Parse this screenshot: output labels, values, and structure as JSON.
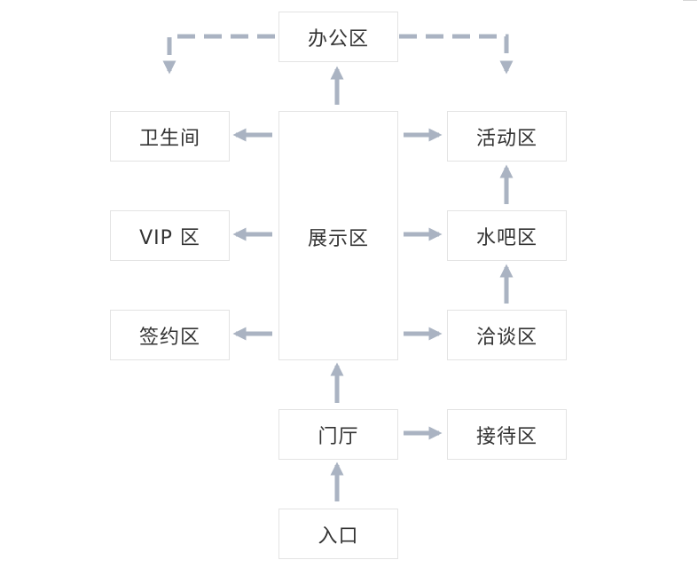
{
  "diagram": {
    "arrow_color": "#aab3c2",
    "box_border_color": "#e3e3e3",
    "text_color": "#333333",
    "nodes": {
      "office": "办公区",
      "restroom": "卫生间",
      "vip": "VIP 区",
      "signing": "签约区",
      "showroom": "展示区",
      "activity": "活动区",
      "water_bar": "水吧区",
      "negotiation": "洽谈区",
      "lobby": "门厅",
      "reception": "接待区",
      "entrance": "入口"
    },
    "edges": [
      {
        "from": "entrance",
        "to": "lobby",
        "style": "solid"
      },
      {
        "from": "lobby",
        "to": "showroom",
        "style": "solid"
      },
      {
        "from": "lobby",
        "to": "reception",
        "style": "solid"
      },
      {
        "from": "showroom",
        "to": "office",
        "style": "solid"
      },
      {
        "from": "showroom",
        "to": "restroom",
        "style": "solid"
      },
      {
        "from": "showroom",
        "to": "vip",
        "style": "solid"
      },
      {
        "from": "showroom",
        "to": "signing",
        "style": "solid"
      },
      {
        "from": "showroom",
        "to": "activity",
        "style": "solid"
      },
      {
        "from": "showroom",
        "to": "water_bar",
        "style": "solid"
      },
      {
        "from": "showroom",
        "to": "negotiation",
        "style": "solid"
      },
      {
        "from": "negotiation",
        "to": "water_bar",
        "style": "solid"
      },
      {
        "from": "water_bar",
        "to": "activity",
        "style": "solid"
      },
      {
        "from": "office",
        "to": "restroom",
        "style": "dashed"
      },
      {
        "from": "office",
        "to": "activity",
        "style": "dashed"
      }
    ]
  }
}
